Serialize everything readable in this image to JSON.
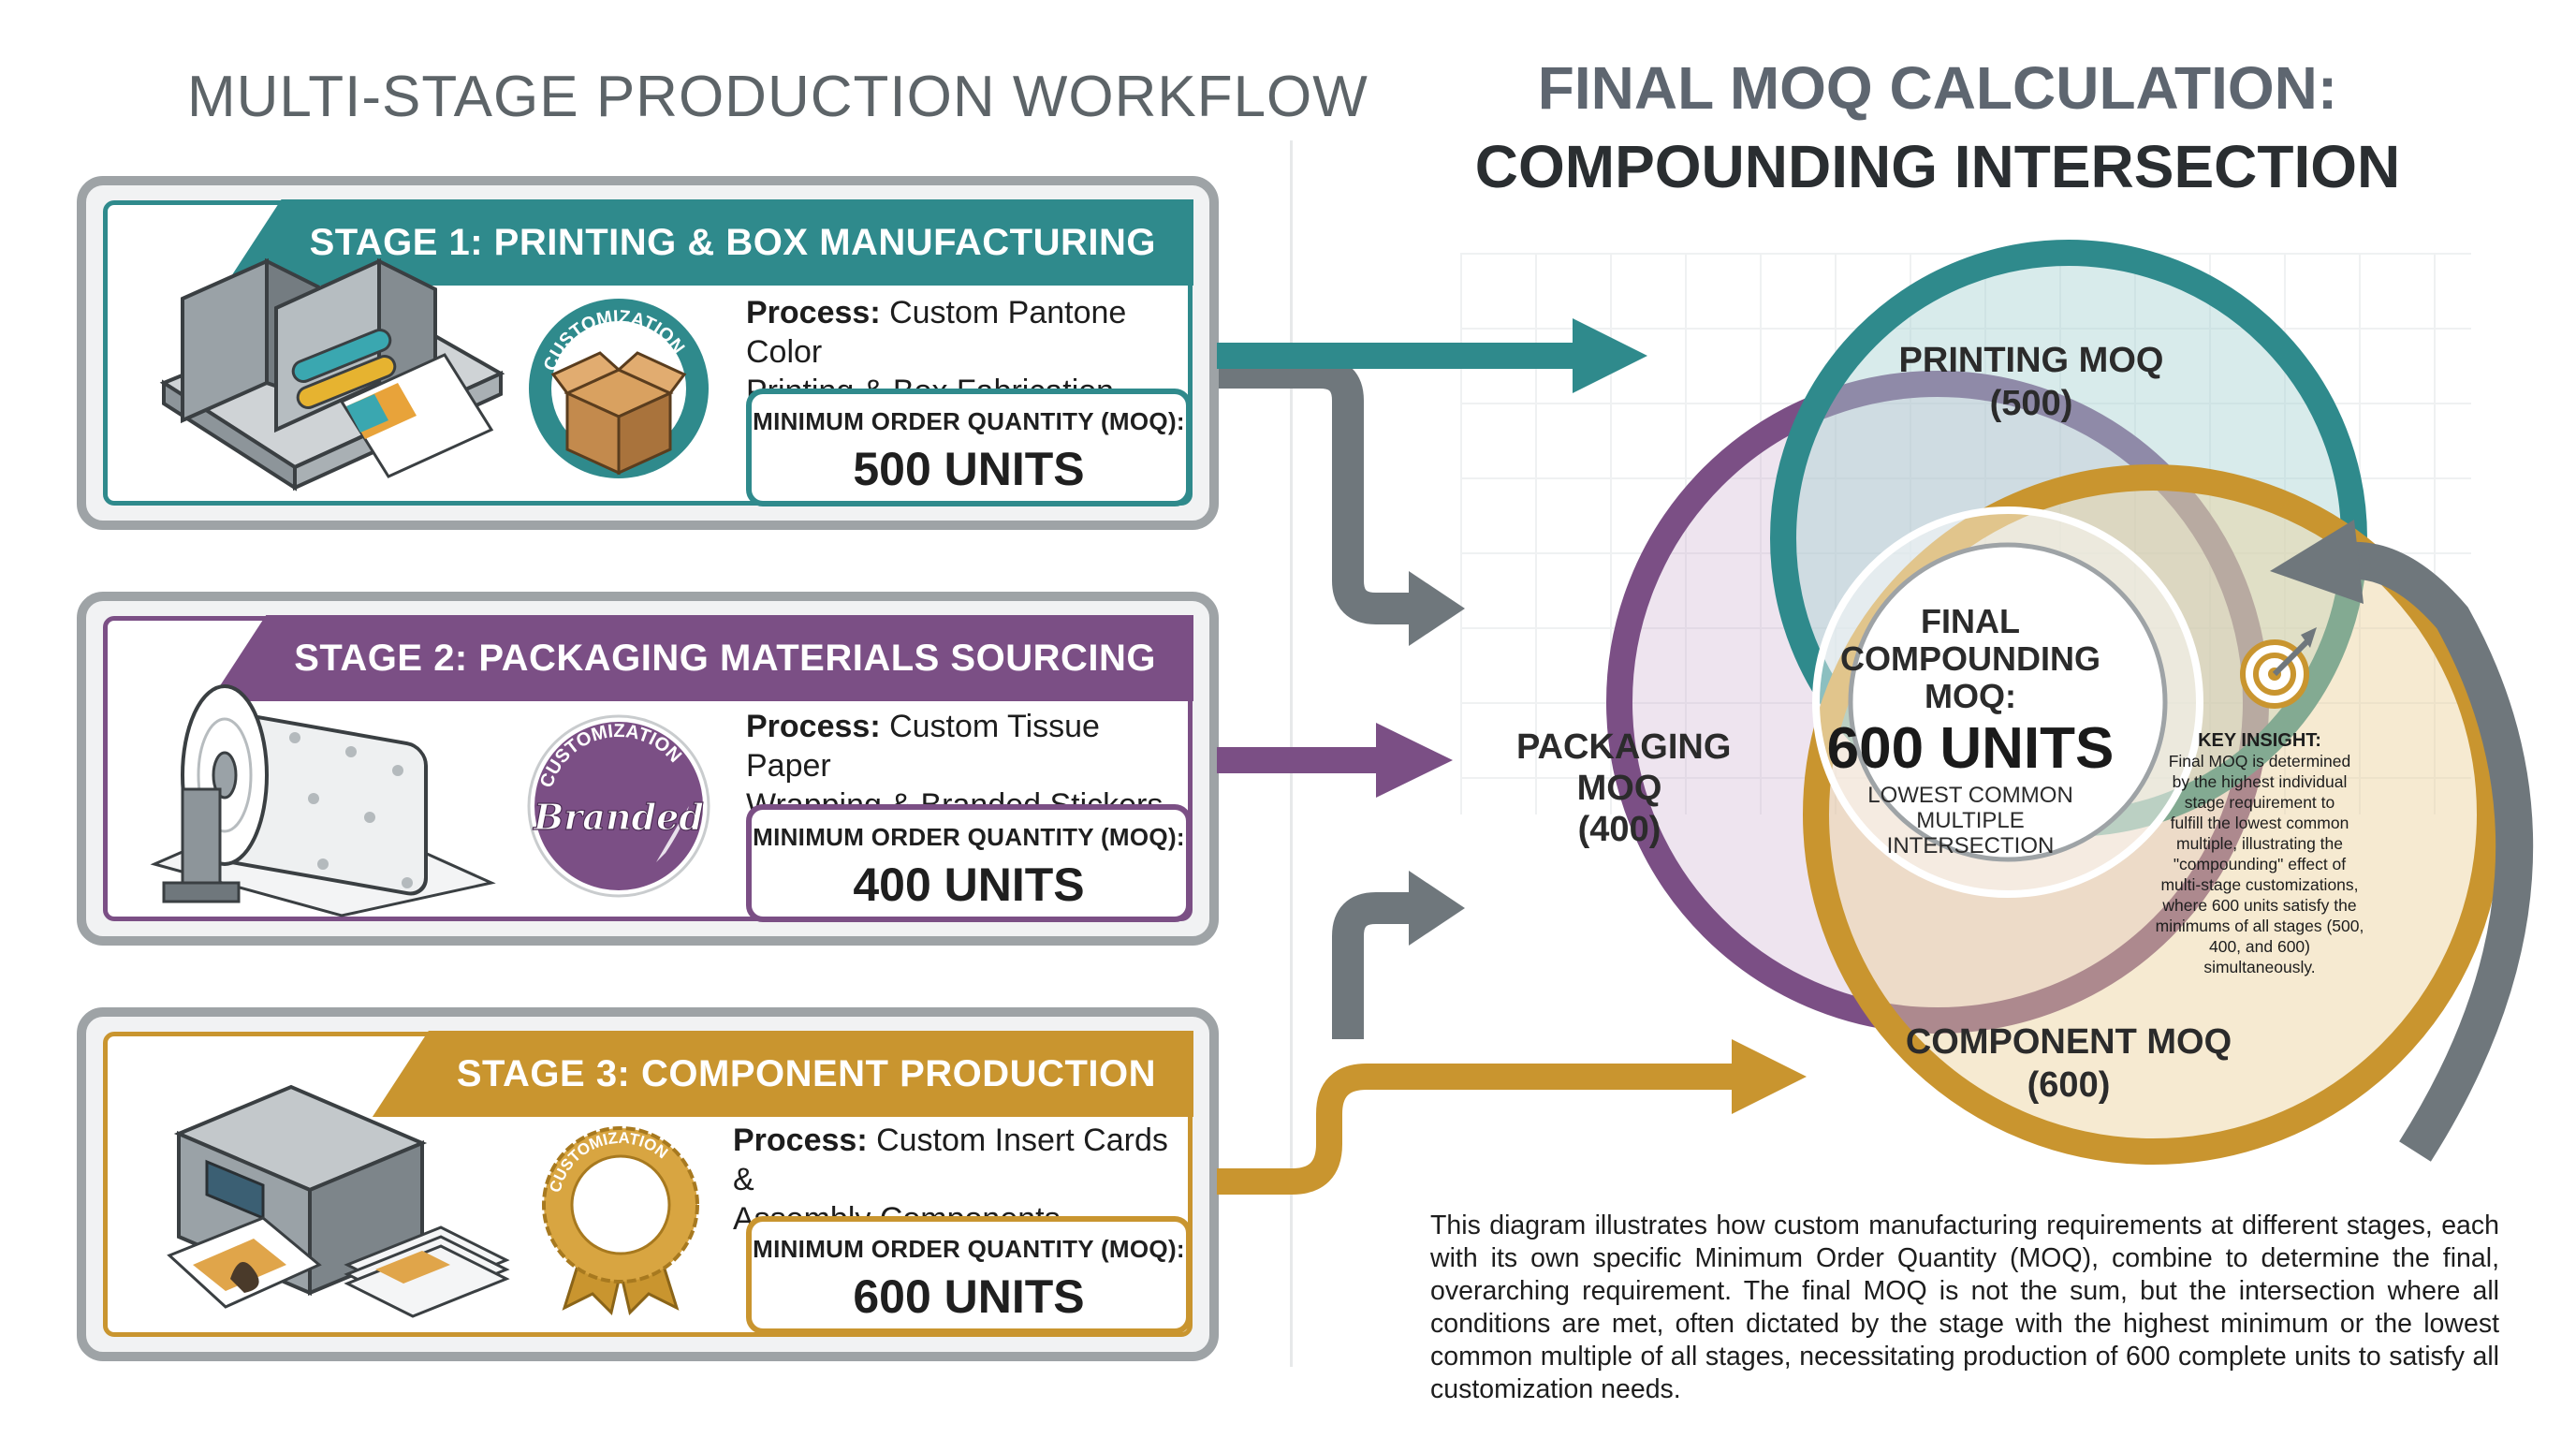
{
  "left_title": "MULTI-STAGE PRODUCTION WORKFLOW",
  "right_title": {
    "line1": "FINAL MOQ CALCULATION:",
    "line2": "COMPOUNDING INTERSECTION"
  },
  "stages": [
    {
      "banner": "STAGE 1: PRINTING & BOX MANUFACTURING",
      "process_label": "Process:",
      "process_text1": " Custom Pantone Color",
      "process_text2": "Printing & Box Fabrication.",
      "badge": "CUSTOMIZATION",
      "moq_label": "MINIMUM ORDER QUANTITY (MOQ):",
      "moq_value": "500 UNITS",
      "color": "#2f8a8c"
    },
    {
      "banner": "STAGE 2: PACKAGING MATERIALS SOURCING",
      "process_label": "Process:",
      "process_text1": " Custom Tissue Paper",
      "process_text2": "Wrapping & Branded Stickers.",
      "badge": "CUSTOMIZATION",
      "sticker": "Branded",
      "moq_label": "MINIMUM ORDER QUANTITY (MOQ):",
      "moq_value": "400 UNITS",
      "color": "#7b4f85"
    },
    {
      "banner": "STAGE 3: COMPONENT PRODUCTION",
      "process_label": "Process:",
      "process_text1": " Custom Insert Cards &",
      "process_text2": "Assembly Components.",
      "badge": "CUSTOMIZATION",
      "moq_label": "MINIMUM ORDER QUANTITY (MOQ):",
      "moq_value": "600 UNITS",
      "color": "#c9952f"
    }
  ],
  "venn": {
    "printing": {
      "line1": "PRINTING MOQ",
      "line2": "(500)"
    },
    "packaging": {
      "line1": "PACKAGING",
      "line2": "MOQ",
      "line3": "(400)"
    },
    "component": {
      "line1": "COMPONENT MOQ",
      "line2": "(600)"
    },
    "center": {
      "line1": "FINAL",
      "line2": "COMPOUNDING",
      "line3": "MOQ:",
      "value": "600 UNITS",
      "sub1": "LOWEST COMMON",
      "sub2": "MULTIPLE",
      "sub3": "INTERSECTION"
    }
  },
  "insight": {
    "title": "KEY INSIGHT:",
    "lines": [
      "Final MOQ is determined",
      "by the highest individual",
      "stage requirement to",
      "fulfill the lowest common",
      "multiple, illustrating the",
      "\"compounding\" effect of",
      "multi-stage customizations,",
      "where 600 units satisfy the",
      "minimums of all stages (500,",
      "400, and 600) simultaneously."
    ]
  },
  "description": "This diagram illustrates how custom manufacturing requirements at different stages, each with its own specific Minimum Order Quantity (MOQ), combine to determine the final, overarching requirement. The final MOQ is not the sum, but the intersection where all conditions are met, often dictated by the stage with the highest minimum or the lowest common multiple of all stages, necessitating production of 600 complete units to satisfy all customization needs.",
  "colors": {
    "teal": "#2f8a8c",
    "purple": "#7b4f85",
    "gold": "#c9952f",
    "gray": "#6f777c"
  }
}
